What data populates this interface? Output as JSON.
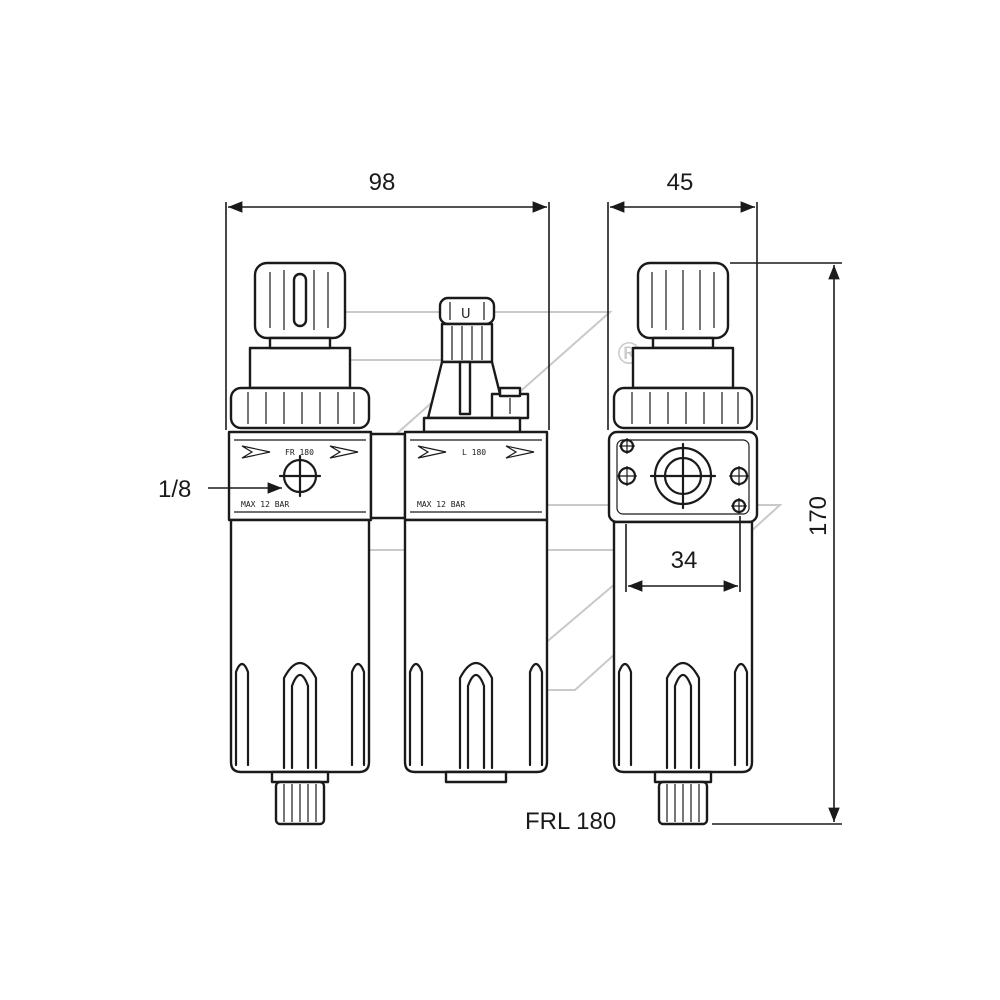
{
  "dimensions": {
    "overall_width": "98",
    "side_width": "45",
    "overall_height": "170",
    "port_spacing": "34",
    "port_size": "1/8"
  },
  "filter_regulator": {
    "model_label": "FR 180",
    "max_pressure_label": "MAX 12 BAR"
  },
  "lubricator": {
    "model_label": "L 180",
    "max_pressure_label": "MAX 12 BAR",
    "cap_mark": "U"
  },
  "product_code": "FRL 180",
  "watermark": {
    "registered_mark": "®"
  },
  "colors": {
    "line": "#1a1a1a",
    "watermark": "#c9c9c9",
    "background": "#ffffff"
  }
}
